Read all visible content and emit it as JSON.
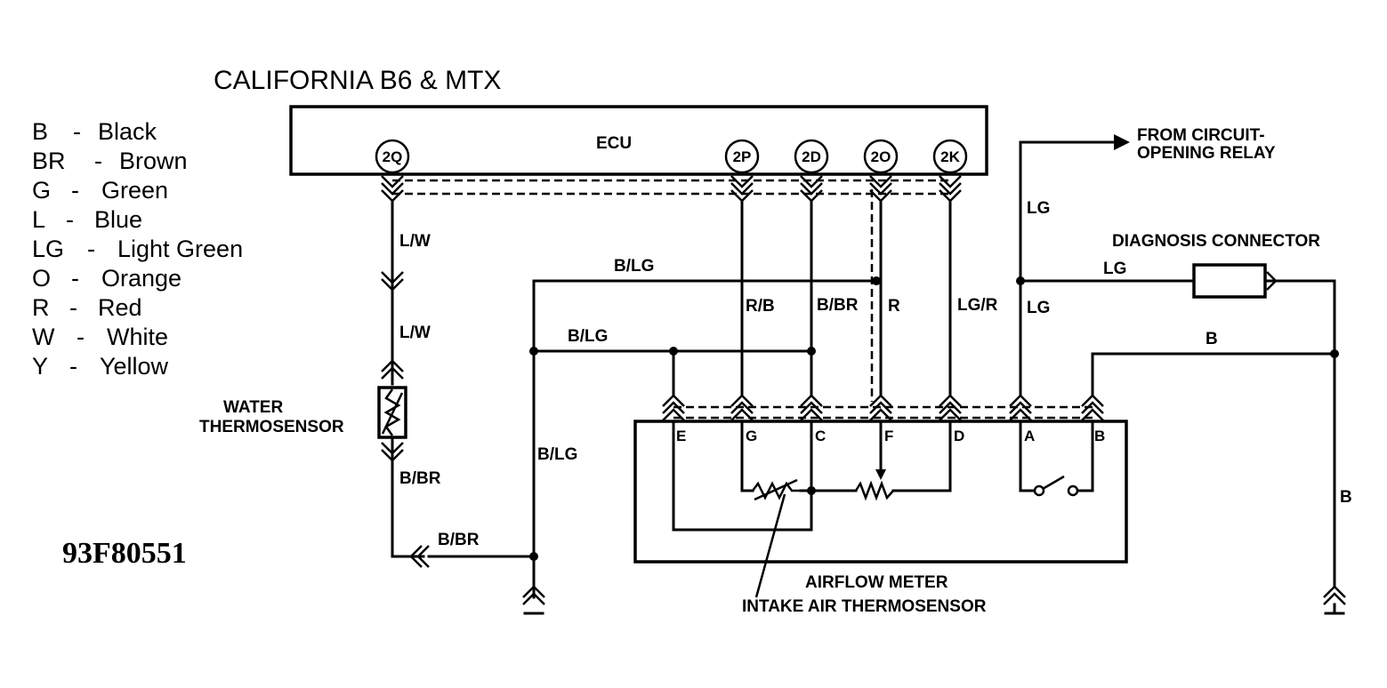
{
  "title": "CALIFORNIA B6 & MTX",
  "figure_id": "93F80551",
  "legend": [
    {
      "code": "B",
      "sep": "-",
      "name": "Black"
    },
    {
      "code": "BR",
      "sep": "-",
      "name": "Brown"
    },
    {
      "code": "G",
      "sep": "-",
      "name": "Green"
    },
    {
      "code": "L",
      "sep": "-",
      "name": "Blue"
    },
    {
      "code": "LG",
      "sep": "-",
      "name": "Light Green"
    },
    {
      "code": "O",
      "sep": "-",
      "name": "Orange"
    },
    {
      "code": "R",
      "sep": "-",
      "name": "Red"
    },
    {
      "code": "W",
      "sep": "-",
      "name": "White"
    },
    {
      "code": "Y",
      "sep": "-",
      "name": "Yellow"
    }
  ],
  "ecu": {
    "label": "ECU",
    "pins": [
      "2Q",
      "2P",
      "2D",
      "2O",
      "2K"
    ]
  },
  "components": {
    "water_thermosensor": [
      "WATER",
      "THERMOSENSOR"
    ],
    "airflow_meter": "AIRFLOW METER",
    "intake_air_thermosensor": "INTAKE AIR THERMOSENSOR",
    "diagnosis_connector": "DIAGNOSIS CONNECTOR",
    "circuit_opening_relay": [
      "FROM CIRCUIT-",
      "OPENING RELAY"
    ]
  },
  "afm_pins": [
    "E",
    "G",
    "C",
    "F",
    "D",
    "A",
    "B"
  ],
  "wires": {
    "lw_upper": "L/W",
    "lw_lower": "L/W",
    "bbr_sensor": "B/BR",
    "bbr_ground": "B/BR",
    "blg_top": "B/LG",
    "blg_mid": "B/LG",
    "blg_left": "B/LG",
    "rb": "R/B",
    "bbr_2d": "B/BR",
    "r": "R",
    "lgr": "LG/R",
    "lg_top": "LG",
    "lg_diag": "LG",
    "lg_lower": "LG",
    "b_upper": "B",
    "b_right": "B"
  }
}
